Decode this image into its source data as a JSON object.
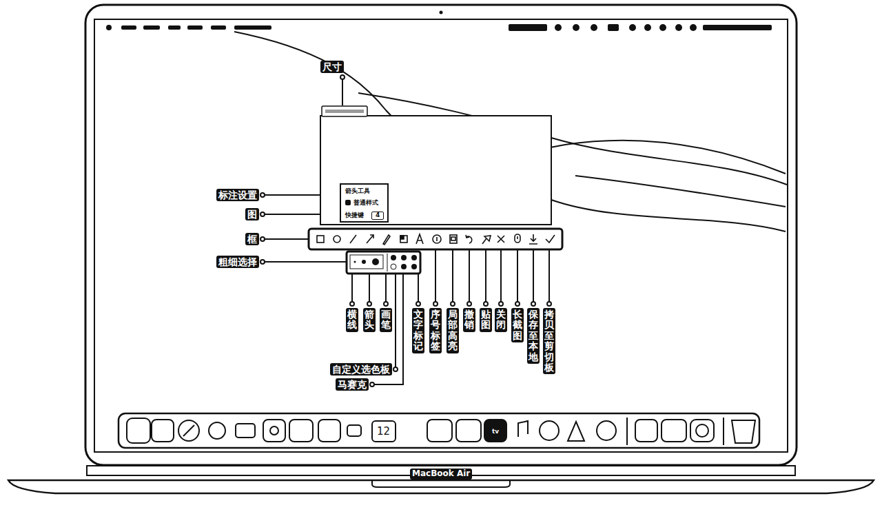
{
  "diagram": {
    "nodes": [
      {
        "text": [
          "箭头工具",
          "普通样式",
          "快捷键",
          "4"
        ]
      }
    ],
    "labels": [
      "尺寸",
      "标注设置",
      "图",
      "框",
      "粗细选择",
      "横线",
      "箭头",
      "画笔",
      "文字标记",
      "序号标签",
      "局部高亮",
      "撤销",
      "贴图",
      "关闭",
      "长截图",
      "保存至本地",
      "拷贝至剪切板",
      "自定义选色板",
      "马赛克",
      "12",
      "tv",
      "MacBook Air"
    ]
  }
}
